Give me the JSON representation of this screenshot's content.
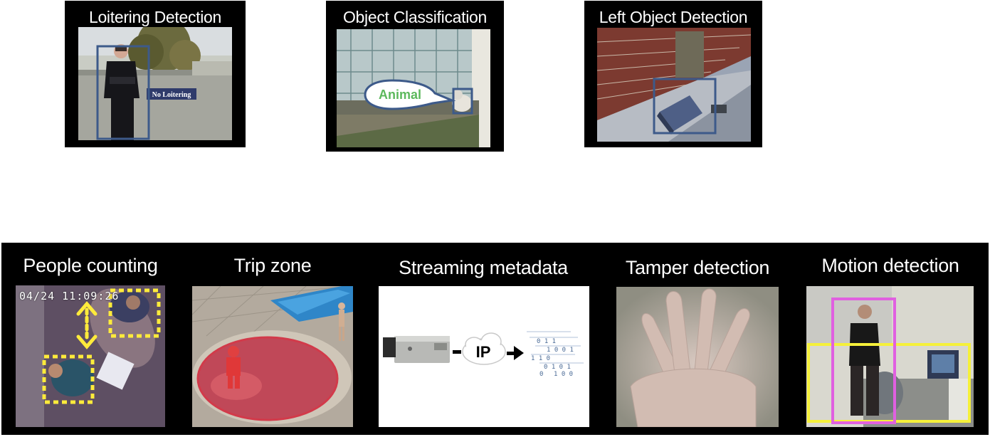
{
  "top_panels": [
    {
      "title": "Loitering Detection",
      "sign_text": "No Loitering"
    },
    {
      "title": "Object Classification",
      "label": "Animal"
    },
    {
      "title": "Left Object Detection"
    }
  ],
  "bottom_panels": [
    {
      "title": "People counting",
      "timestamp": "04/24 11:09:26"
    },
    {
      "title": "Trip zone"
    },
    {
      "title": "Streaming metadata",
      "network_label": "IP"
    },
    {
      "title": "Tamper detection"
    },
    {
      "title": "Motion detection"
    }
  ],
  "colors": {
    "detection_box_blue": "#3d5a8a",
    "counting_box_yellow": "#ffeb3b",
    "motion_box_magenta": "#e060e0",
    "motion_box_yellow": "#f5f03a",
    "trip_zone_red": "#d23a4a",
    "animal_label_green": "#5cb85c"
  },
  "icons": [
    "video-camera-icon",
    "cloud-icon",
    "arrow-right-icon",
    "data-stream-icon",
    "double-arrow-icon"
  ]
}
